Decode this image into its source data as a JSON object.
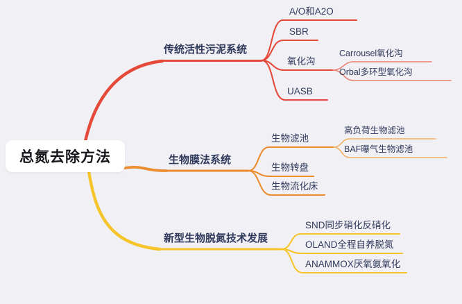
{
  "colors": {
    "background": "#f1f0f5",
    "node_text": "#303a5c",
    "root_text": "#17171c",
    "root_background": "#ffffff",
    "branch_red": "#e4493a",
    "branch_red_light": "#ea7f70",
    "branch_orange": "#eb8d2f",
    "branch_orange_light": "#f2af60",
    "branch_yellow": "#f6c52b"
  },
  "root": {
    "label": "总氮去除方法"
  },
  "branches": [
    {
      "label": "传统活性污泥系统",
      "color": "#e4493a",
      "sub_color": "#ea7f70",
      "children": [
        {
          "label": "A/O和A2O"
        },
        {
          "label": "SBR"
        },
        {
          "label": "氧化沟",
          "children": [
            {
              "label": "Carrousel氧化沟"
            },
            {
              "label": "Orbal多环型氧化沟"
            }
          ]
        },
        {
          "label": "UASB"
        }
      ]
    },
    {
      "label": "生物膜法系统",
      "color": "#eb8d2f",
      "sub_color": "#f2af60",
      "children": [
        {
          "label": "生物滤池",
          "children": [
            {
              "label": "高负荷生物滤池"
            },
            {
              "label": "BAF曝气生物滤池"
            }
          ]
        },
        {
          "label": "生物转盘"
        },
        {
          "label": "生物流化床"
        }
      ]
    },
    {
      "label": "新型生物脱氮技术发展",
      "color": "#f6c52b",
      "sub_color": "#f6c52b",
      "children": [
        {
          "label": "SND同步硝化反硝化"
        },
        {
          "label": "OLAND全程自养脱氮"
        },
        {
          "label": "ANAMMOX厌氧氨氧化"
        }
      ]
    }
  ]
}
